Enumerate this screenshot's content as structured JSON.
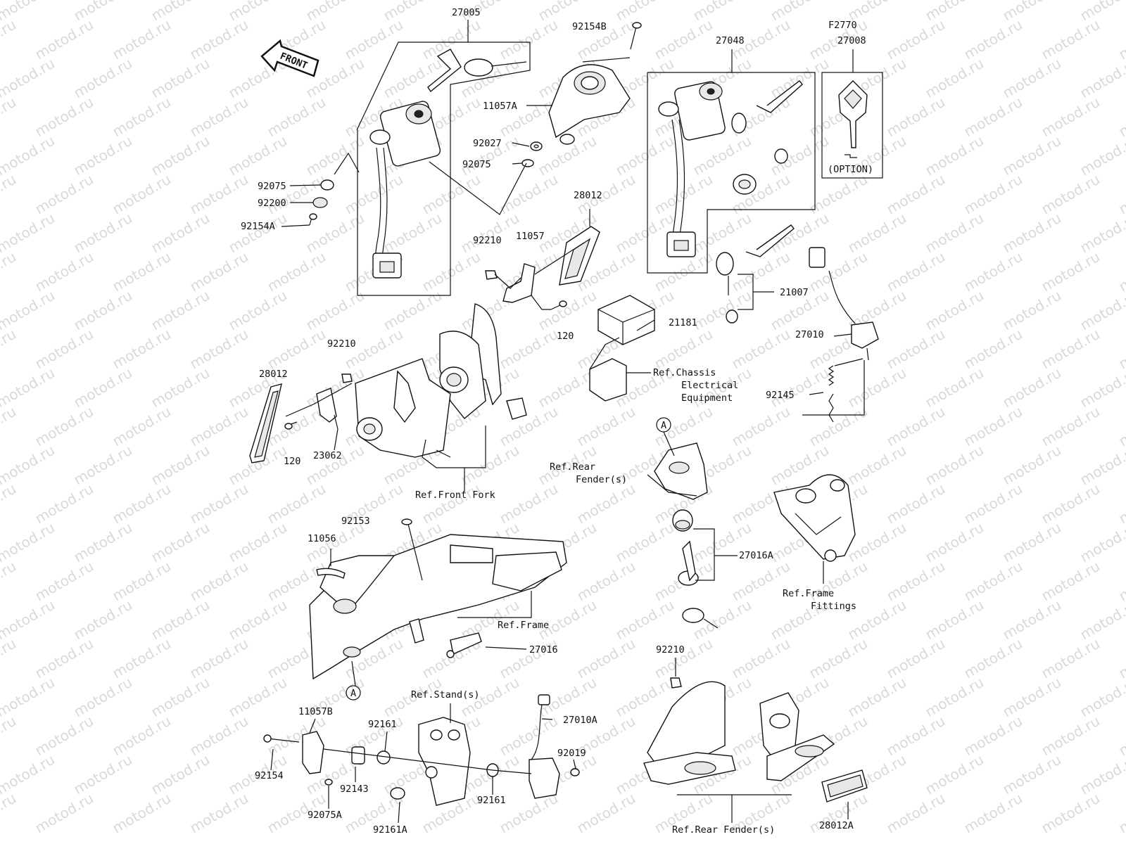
{
  "watermark": "motod.ru",
  "front_arrow": "FRONT",
  "labels": {
    "l27005": "27005",
    "l92154B": "92154B",
    "l11057A": "11057A",
    "l92027": "92027",
    "l92075b": "92075",
    "l92075a": "92075",
    "l92200": "92200",
    "l92154A": "92154A",
    "l27048": "27048",
    "lF2770": "F2770",
    "l27008": "27008",
    "lOption": "(OPTION)",
    "l28012a": "28012",
    "l92210a": "92210",
    "l11057": "11057",
    "l120a": "120",
    "l21181": "21181",
    "l21007": "21007",
    "l27010": "27010",
    "lRefChassis1": "Ref.Chassis",
    "lRefChassis2": "Electrical",
    "lRefChassis3": "Equipment",
    "l92145": "92145",
    "l92210b": "92210",
    "l28012b": "28012",
    "l120b": "120",
    "l23062": "23062",
    "lRefFrontFork": "Ref.Front Fork",
    "lCircleA1": "A",
    "lRefRearFender1": "Ref.Rear",
    "lRefRearFender2": "Fender(s)",
    "l92153": "92153",
    "l11056": "11056",
    "l27016A": "27016A",
    "lRefFrameFit1": "Ref.Frame",
    "lRefFrameFit2": "Fittings",
    "lRefFrame": "Ref.Frame",
    "l27016": "27016",
    "lCircleA2": "A",
    "l92210c": "92210",
    "l11057B": "11057B",
    "lRefStand": "Ref.Stand(s)",
    "l27010A": "27010A",
    "l92161a": "92161",
    "l92019": "92019",
    "l92154": "92154",
    "l92143": "92143",
    "l92161b": "92161",
    "l92075A": "92075A",
    "l92161A": "92161A",
    "lRefRearFenderB": "Ref.Rear Fender(s)",
    "l28012A": "28012A"
  }
}
